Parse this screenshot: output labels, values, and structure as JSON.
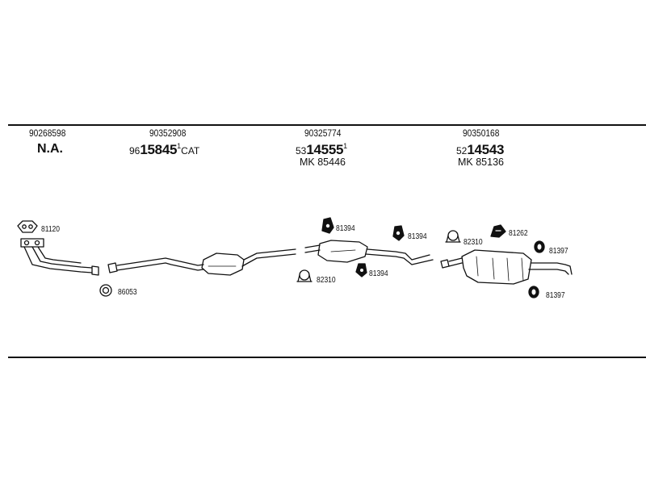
{
  "header": {
    "sections": [
      {
        "oe": "90268598",
        "main_text": "N.A."
      },
      {
        "oe": "90352908",
        "prefix": "96",
        "big": "15845",
        "sup": "1",
        "suffix": "CAT"
      },
      {
        "oe": "90325774",
        "prefix": "53",
        "big": "14555",
        "sup": "1",
        "mk": "MK  85446"
      },
      {
        "oe": "90350168",
        "prefix": "52",
        "big": "14543",
        "mk": "MK  85136"
      }
    ]
  },
  "parts": {
    "gasket_81120": "81120",
    "ring_86053": "86053",
    "rubber_81394_a": "81394",
    "clamp_82310_a": "82310",
    "rubber_81394_b": "81394",
    "rubber_81394_c": "81394",
    "clamp_82310_b": "82310",
    "hanger_81262": "81262",
    "rubber_81397_a": "81397",
    "rubber_81397_b": "81397"
  }
}
